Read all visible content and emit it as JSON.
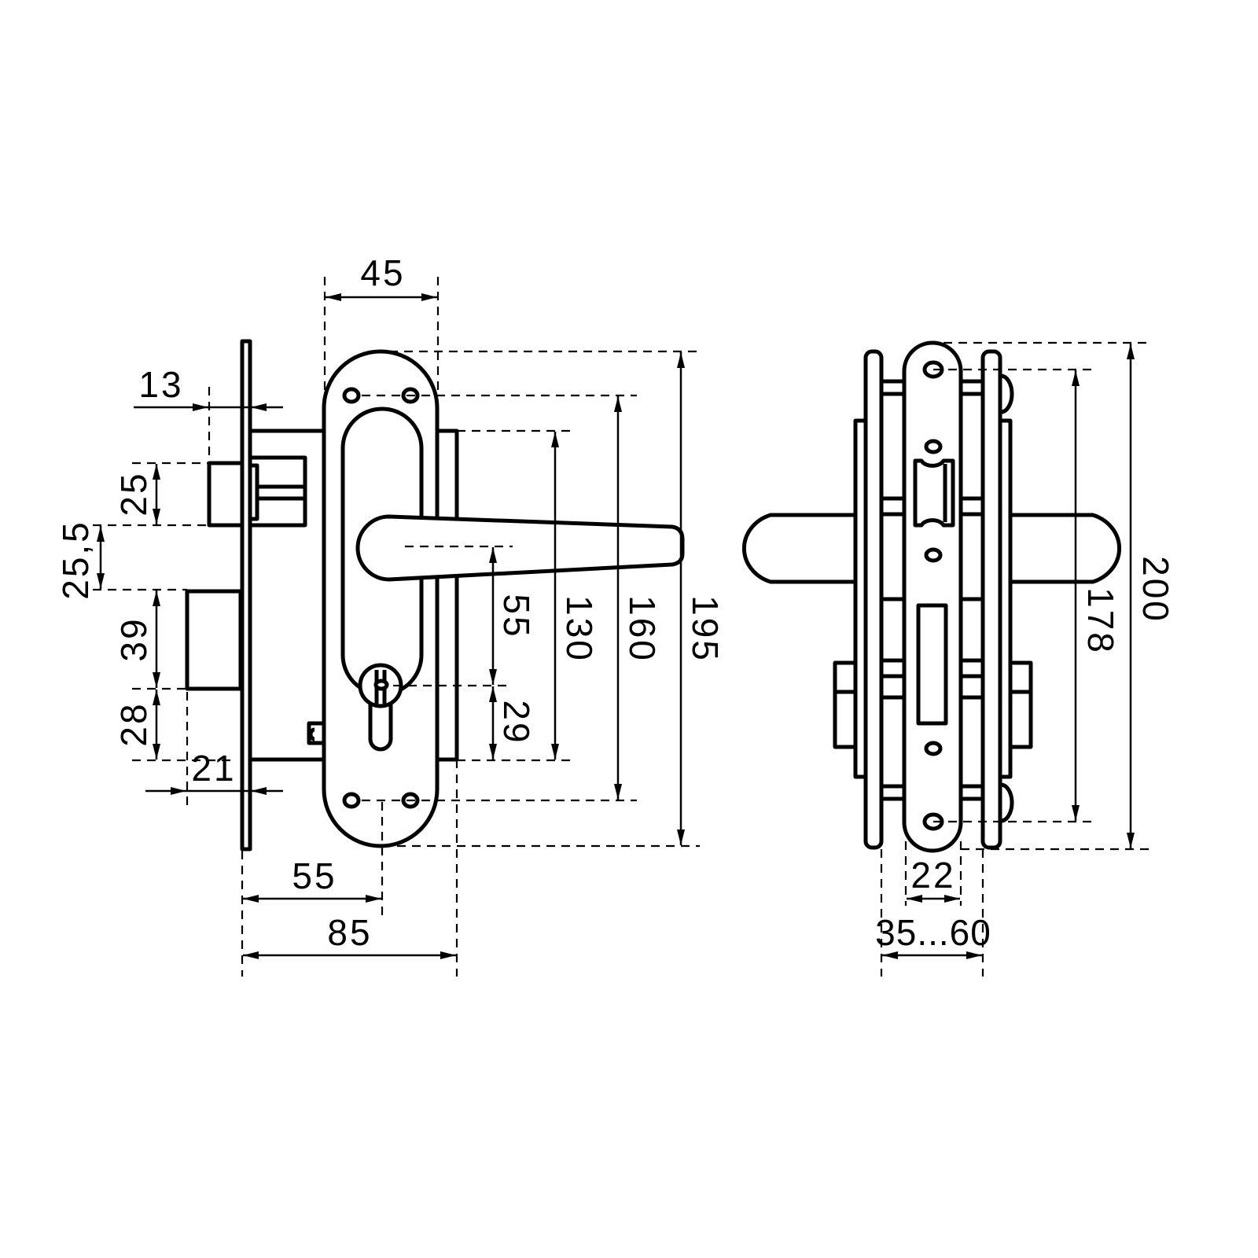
{
  "drawing": {
    "front_view": {
      "dimensions": {
        "escutcheon_width": "45",
        "backset_faceplate": "13",
        "latch_height": "25",
        "latch_to_bolt": "25,5",
        "bolt_height": "39",
        "bolt_to_bottom": "28",
        "bolt_projection": "21",
        "backset": "55",
        "total_depth": "85",
        "handle_to_cylinder": "55",
        "cylinder_offset": "29",
        "body_height": "130",
        "screw_spacing": "160",
        "escutcheon_height": "195"
      }
    },
    "side_view": {
      "dimensions": {
        "faceplate_height": "200",
        "faceplate_screw_spacing": "178",
        "faceplate_width": "22",
        "door_thickness": "35...60"
      }
    }
  }
}
